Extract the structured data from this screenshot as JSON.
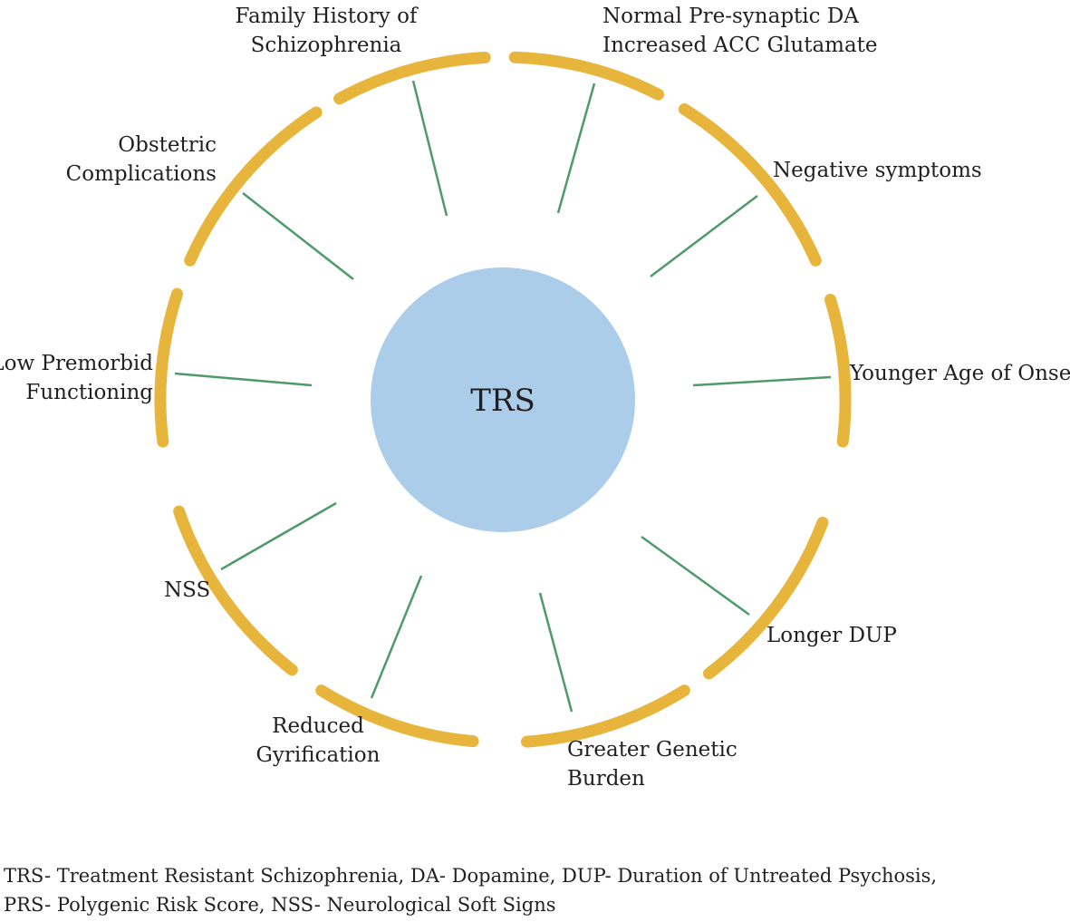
{
  "center": {
    "label": "TRS",
    "color": "#abcdea"
  },
  "colors": {
    "arc": "#e7b53c",
    "spoke": "#4f9a6a",
    "text": "#231f20"
  },
  "factors": [
    {
      "id": "family-history",
      "lines": [
        "Family History of",
        "Schizophrenia"
      ]
    },
    {
      "id": "dopamine-glutamate",
      "lines": [
        "Normal Pre-synaptic DA",
        "Increased ACC Glutamate"
      ]
    },
    {
      "id": "negative-symptoms",
      "lines": [
        "Negative symptoms"
      ]
    },
    {
      "id": "younger-onset",
      "lines": [
        "Younger Age of Onset"
      ]
    },
    {
      "id": "longer-dup",
      "lines": [
        "Longer DUP"
      ]
    },
    {
      "id": "genetic-burden",
      "lines": [
        "Greater Genetic",
        "Burden"
      ]
    },
    {
      "id": "reduced-gyrification",
      "lines": [
        "Reduced",
        "Gyrification"
      ]
    },
    {
      "id": "nss",
      "lines": [
        "NSS"
      ]
    },
    {
      "id": "low-premorbid",
      "lines": [
        "Low Premorbid",
        "Functioning"
      ]
    },
    {
      "id": "obstetric",
      "lines": [
        "Obstetric",
        "Complications"
      ]
    }
  ],
  "footnote": {
    "line1": "TRS- Treatment Resistant Schizophrenia, DA- Dopamine, DUP- Duration of Untreated Psychosis,",
    "line2": "PRS- Polygenic Risk Score, NSS- Neurological Soft Signs"
  }
}
